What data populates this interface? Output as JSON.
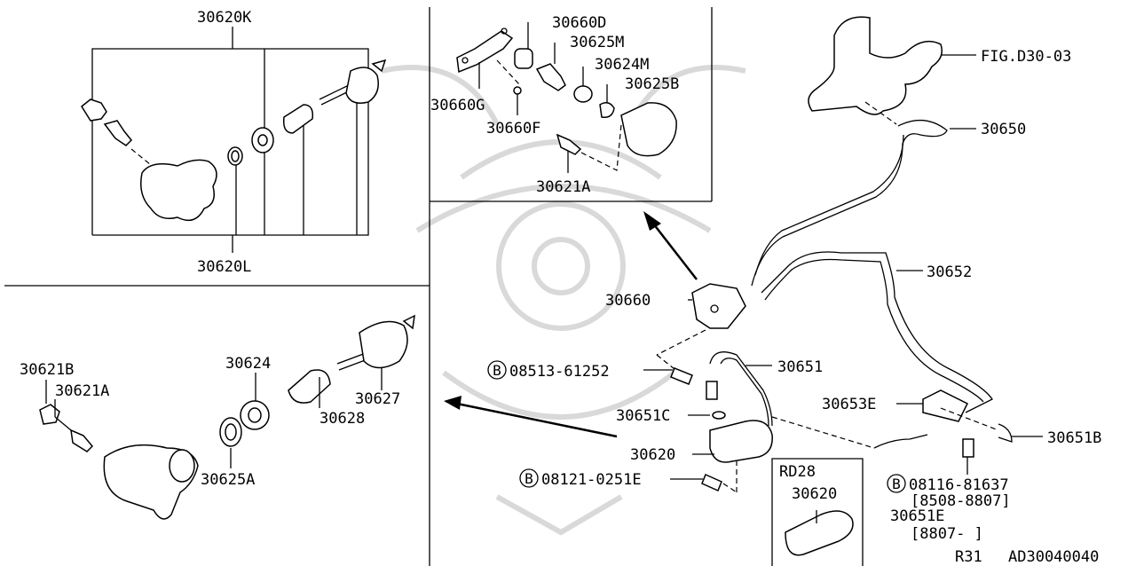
{
  "labels": {
    "p30620K": "30620K",
    "p30620L": "30620L",
    "p30660D": "30660D",
    "p30625M": "30625M",
    "p30624M": "30624M",
    "p30625B": "30625B",
    "p30660G": "30660G",
    "p30660F": "30660F",
    "p30621A_top": "30621A",
    "figD3003": "FIG.D30-03",
    "p30650": "30650",
    "p30652": "30652",
    "p30660": "30660",
    "p30651": "30651",
    "b08513": "08513-61252",
    "p30651C": "30651C",
    "p30653E": "30653E",
    "p30620": "30620",
    "p30651B": "30651B",
    "b08121": "08121-0251E",
    "b08116": "08116-81637",
    "r8508": "[8508-8807]",
    "p30651E": "30651E",
    "r8807": "[8807-    ]",
    "rd28": "RD28",
    "rd28_30620": "30620",
    "p30621B": "30621B",
    "p30621A_left": "30621A",
    "p30624": "30624",
    "p30627": "30627",
    "p30628": "30628",
    "p30625A": "30625A",
    "ref_r31": "R31",
    "ref_code": "AD30040040",
    "bolt_mark": "B"
  }
}
